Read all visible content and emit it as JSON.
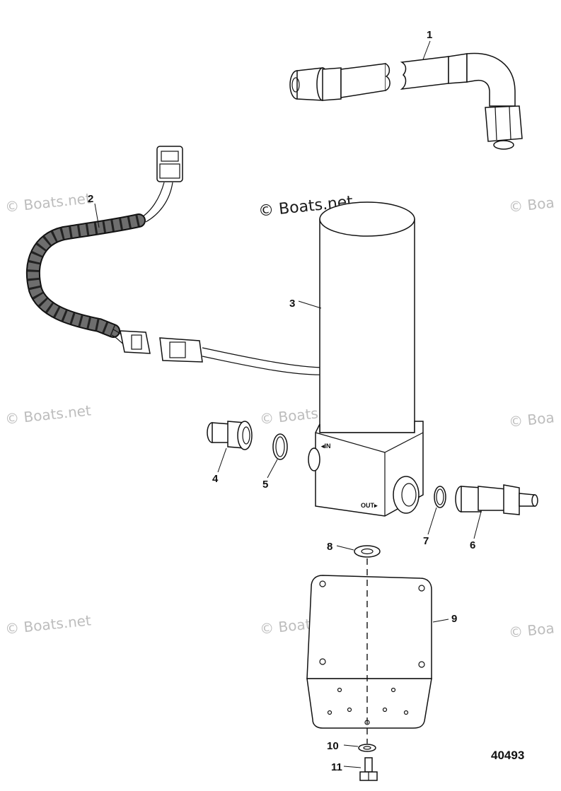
{
  "diagram": {
    "reference_number": "40493",
    "watermark_center": "© Boats.net",
    "watermarks": [
      "© Boats.net",
      "© Boats.net",
      "© Boa",
      "© Boats.net",
      "© Boats.net",
      "© Boa",
      "© Boats.net",
      "© Boats.net",
      "© Boa"
    ],
    "port_labels": {
      "in": "◂IN",
      "out": "OUT▸"
    },
    "callouts": [
      "1",
      "2",
      "3",
      "4",
      "5",
      "6",
      "7",
      "8",
      "9",
      "10",
      "11"
    ]
  }
}
